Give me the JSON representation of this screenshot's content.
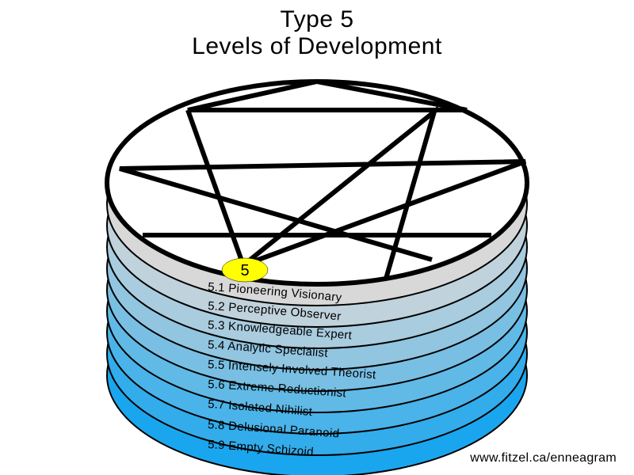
{
  "title": {
    "line1": "Type 5",
    "line2": "Levels of Development"
  },
  "badge": "5",
  "levels": [
    "5.1 Pioneering Visionary",
    "5.2 Perceptive Observer",
    "5.3 Knowledgeable Expert",
    "5.4 Analytic Specialist",
    "5.5 Intensely Involved Theorist",
    "5.6 Extreme Reductionist",
    "5.7 Isolated Nihilist",
    "5.8 Delusional Paranoid",
    "5.9 Empty Schizoid"
  ],
  "footer": {
    "url": "www.fitzel.ca/enneagram"
  },
  "colors": {
    "top_band": "#d8d8d8",
    "bottom_band": "#1aa6ee",
    "badge": "#ffff00",
    "lines": "#000000"
  }
}
